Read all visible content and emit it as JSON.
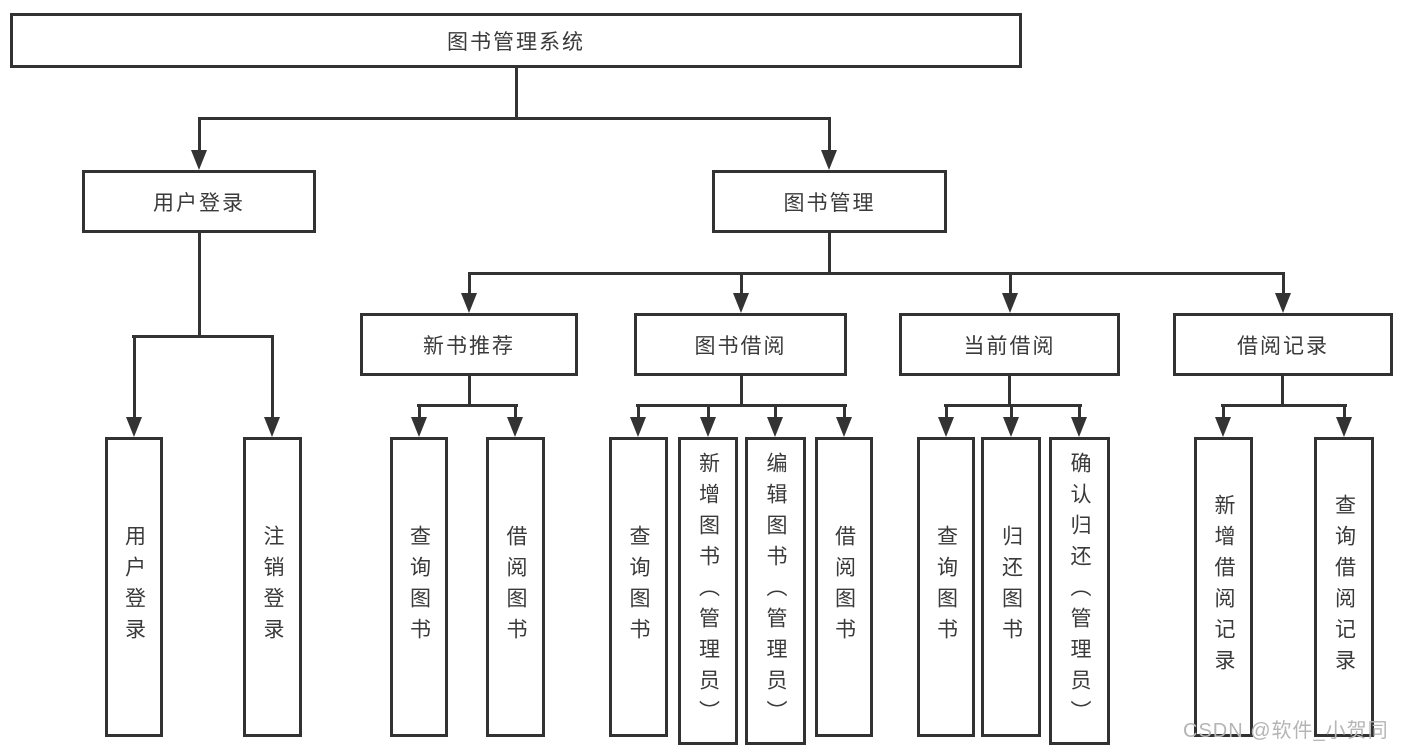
{
  "nodes": {
    "root": "图书管理系统",
    "user_login": "用户登录",
    "book_mgmt": "图书管理",
    "new_books": "新书推荐",
    "book_borrow": "图书借阅",
    "current_borrow": "当前借阅",
    "borrow_records": "借阅记录",
    "v_user_login": "用户登录",
    "v_logout": "注销登录",
    "v_query_books_new": "查询图书",
    "v_borrow_books_new": "借阅图书",
    "v_query_books_borrow": "查询图书",
    "v_add_books_admin": "新增图书（管理员）",
    "v_edit_books_admin": "编辑图书（管理员）",
    "v_borrow_books_borrow": "借阅图书",
    "v_query_books_current": "查询图书",
    "v_return_books": "归还图书",
    "v_confirm_return_admin": "确认归还（管理员）",
    "v_add_borrow_record": "新增借阅记录",
    "v_query_borrow_record": "查询借阅记录"
  },
  "tree": {
    "图书管理系统": {
      "用户登录": [
        "用户登录",
        "注销登录"
      ],
      "图书管理": {
        "新书推荐": [
          "查询图书",
          "借阅图书"
        ],
        "图书借阅": [
          "查询图书",
          "新增图书（管理员）",
          "编辑图书（管理员）",
          "借阅图书"
        ],
        "当前借阅": [
          "查询图书",
          "归还图书",
          "确认归还（管理员）"
        ],
        "借阅记录": [
          "新增借阅记录",
          "查询借阅记录"
        ]
      }
    }
  },
  "watermark": "CSDN @软件_小贺同学",
  "colors": {
    "line": "#333333",
    "box_border": "#323232",
    "text": "#3a3a3a",
    "background": "#ffffff",
    "watermark": "#b5b5b5"
  }
}
